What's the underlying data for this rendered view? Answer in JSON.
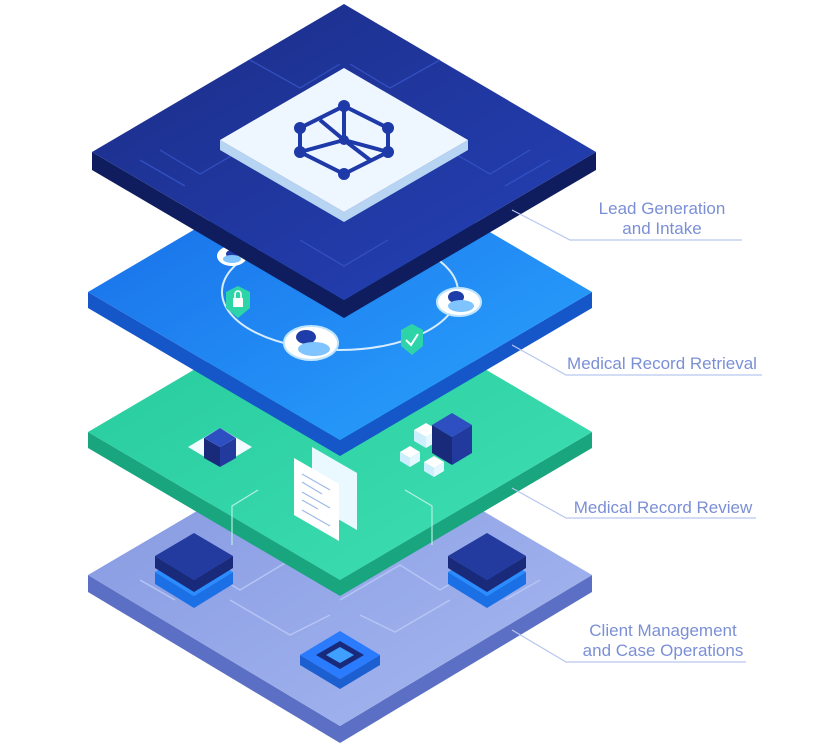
{
  "layers": [
    {
      "key": "lead",
      "lines": [
        "Lead Generation",
        "and Intake"
      ],
      "color": "#1b2e8f"
    },
    {
      "key": "retrieval",
      "lines": [
        "Medical Record Retrieval"
      ],
      "color": "#1f8ef0"
    },
    {
      "key": "review",
      "lines": [
        "Medical Record Review"
      ],
      "color": "#2dd4a8"
    },
    {
      "key": "client",
      "lines": [
        "Client Management",
        "and Case Operations"
      ],
      "color": "#8da4e6"
    }
  ],
  "label_color": "#7b8fd6"
}
